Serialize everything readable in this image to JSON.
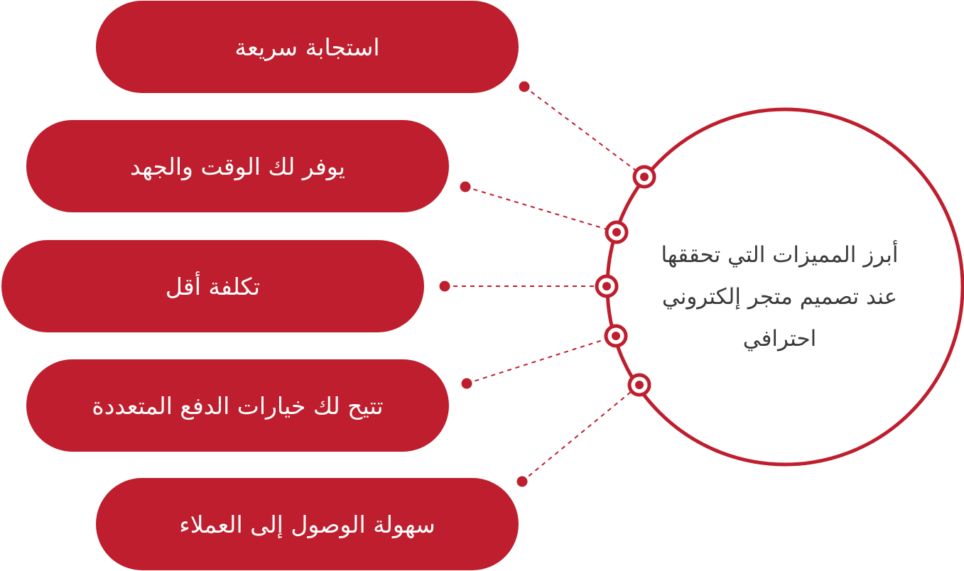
{
  "colors": {
    "accent": "#be1e2d",
    "text_dark": "#3a3a3a",
    "background": "#ffffff"
  },
  "center": {
    "lines": [
      "أبرز المميزات التي تحققها",
      "عند تصميم متجر إلكتروني",
      "احترافي"
    ]
  },
  "features": [
    {
      "label": "استجابة سريعة"
    },
    {
      "label": "يوفر لك الوقت والجهد"
    },
    {
      "label": "تكلفة أقل"
    },
    {
      "label": "تتيح لك خيارات الدفع المتعددة"
    },
    {
      "label": "سهولة الوصول إلى العملاء"
    }
  ]
}
